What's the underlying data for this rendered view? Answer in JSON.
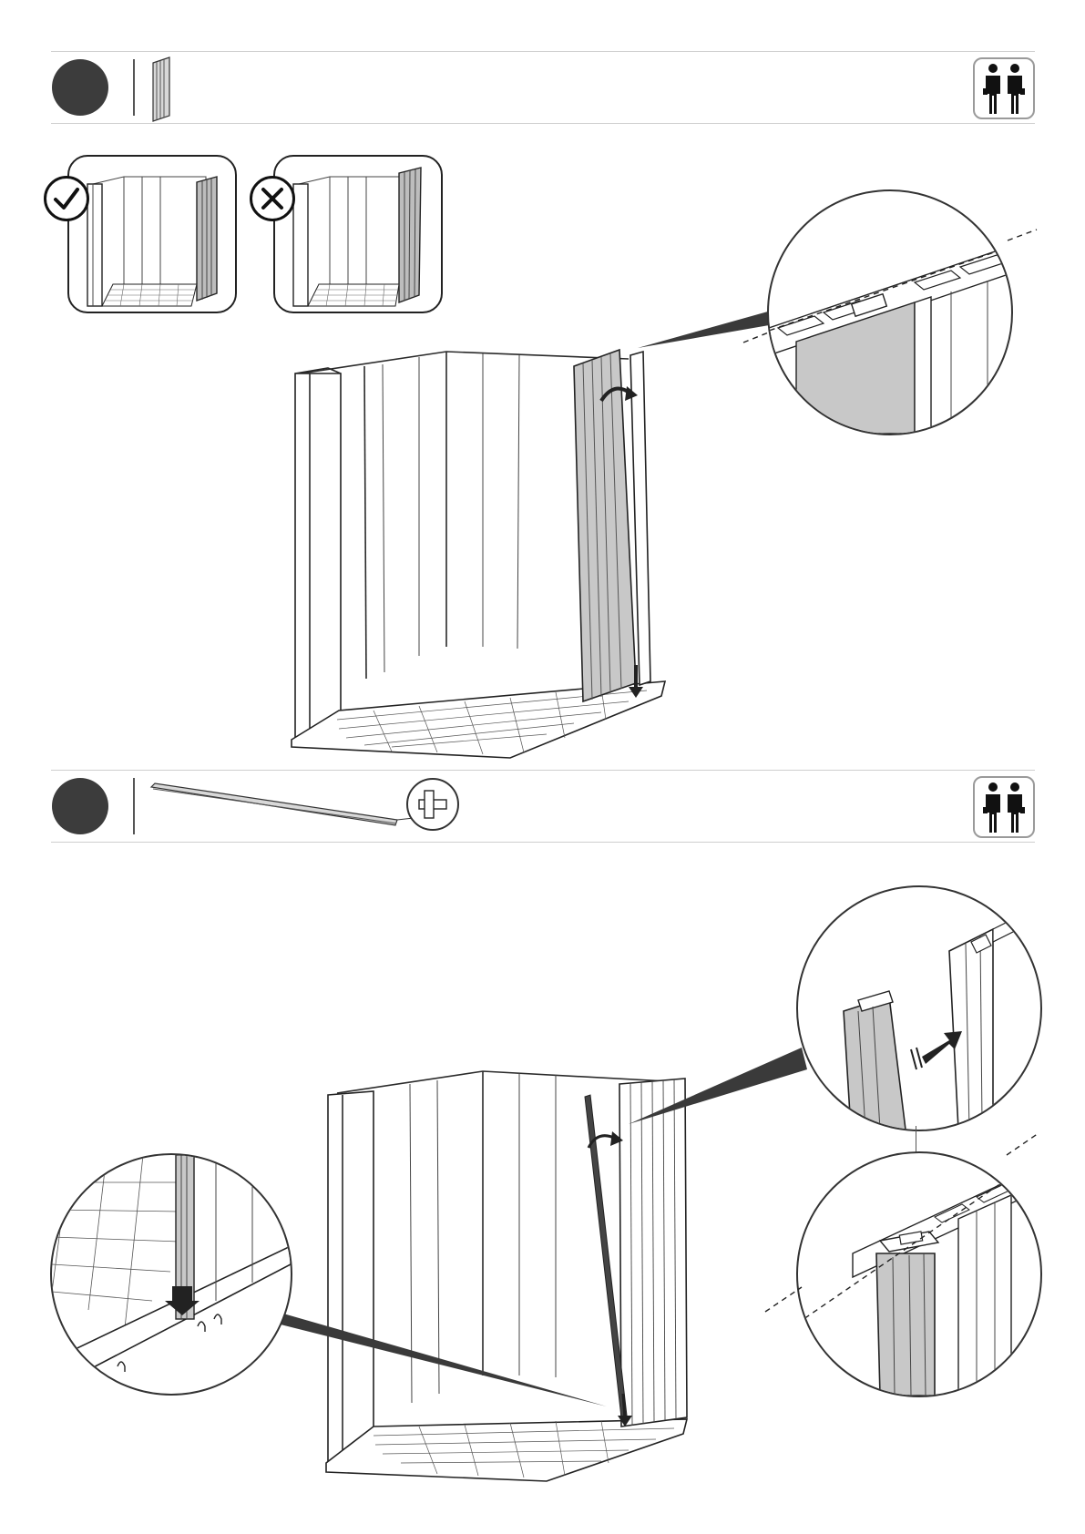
{
  "steps": [
    {
      "id": "step-a",
      "persons_required": 2,
      "part": "wall-panel"
    },
    {
      "id": "step-b",
      "persons_required": 2,
      "part": "connector-profile"
    }
  ],
  "icons": {
    "two_person": "two-person-icon",
    "correct": "check-icon",
    "incorrect": "cross-icon",
    "arrow": "rotate-arrow-icon"
  },
  "colors": {
    "step_dot": "#3c3c3c",
    "panel_fill": "#c8c8c8",
    "line": "#2a2a2a"
  }
}
